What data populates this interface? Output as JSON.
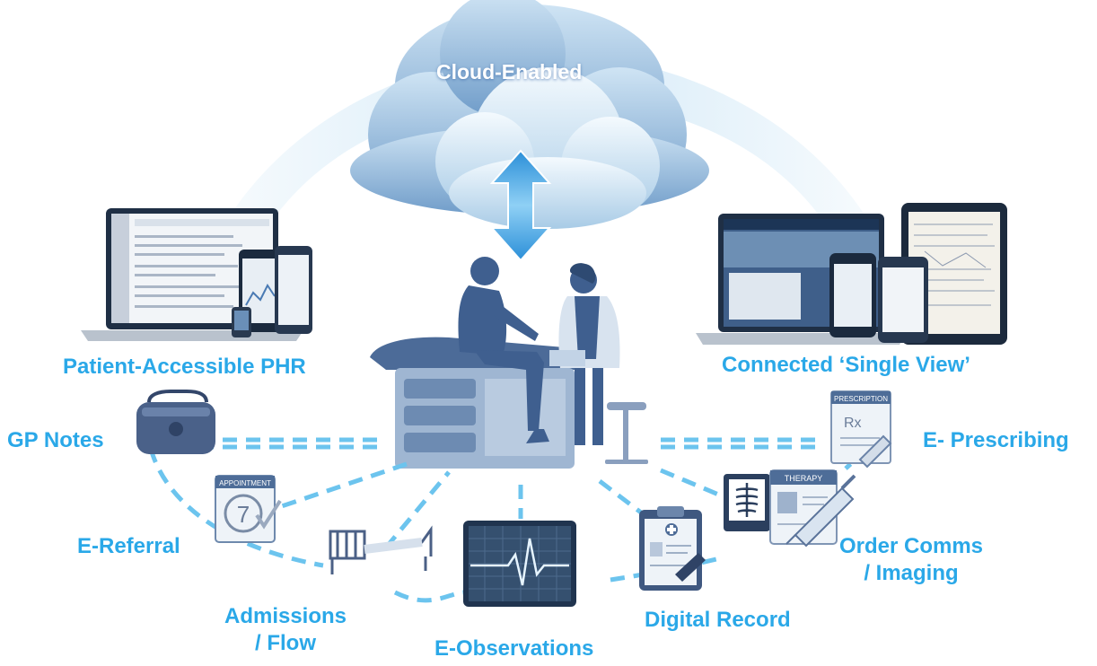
{
  "labels": {
    "cloud": "Cloud-Enabled",
    "patient_phr": "Patient-Accessible PHR",
    "connected_view": "Connected ‘Single View’",
    "gp_notes": "GP Notes",
    "e_prescribing": "E- Prescribing",
    "e_referral": "E-Referral",
    "order_comms_line1": "Order Comms",
    "order_comms_line2": "/ Imaging",
    "admissions_line1": "Admissions",
    "admissions_line2": "/ Flow",
    "digital_record": "Digital Record",
    "e_observations": "E-Observations"
  },
  "icon_text": {
    "appointment": "APPOINTMENT",
    "appointment_day": "7",
    "prescription": "PRESCRIPTION",
    "rx": "Rx",
    "therapy": "THERAPY"
  },
  "colors": {
    "label_blue": "#2aa8e8",
    "dash_blue": "#6cc4ee",
    "figure_navy": "#3f5f8f",
    "cloud_light": "#eaf5fc",
    "cloud_dark": "#9cc6e6"
  }
}
